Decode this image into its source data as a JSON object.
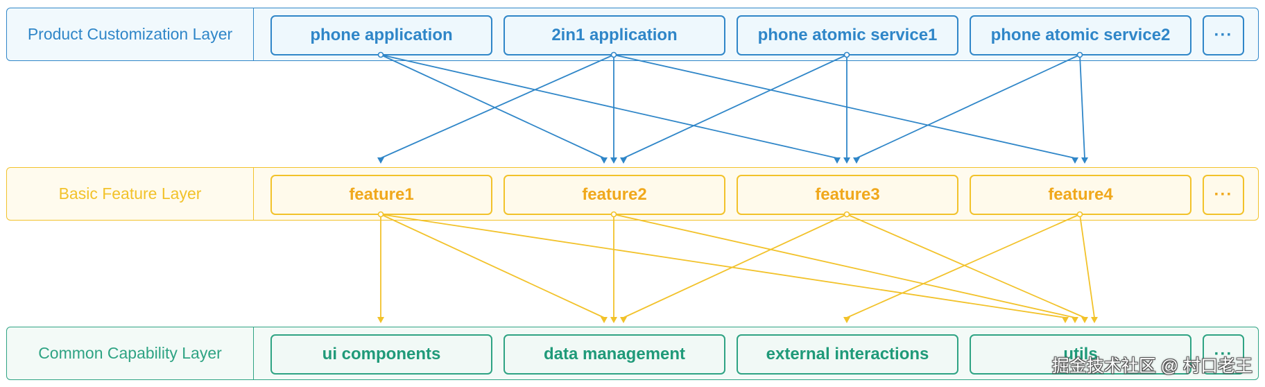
{
  "layers": {
    "product": {
      "label": "Product Customization Layer",
      "color": "#2f86c8",
      "items": [
        "phone application",
        "2in1 application",
        "phone atomic service1",
        "phone atomic service2"
      ],
      "more": "···"
    },
    "feature": {
      "label": "Basic Feature Layer",
      "color": "#f2c22a",
      "items": [
        "feature1",
        "feature2",
        "feature3",
        "feature4"
      ],
      "more": "···"
    },
    "common": {
      "label": "Common Capability Layer",
      "color": "#2ea383",
      "items": [
        "ui components",
        "data management",
        "external interactions",
        "utils"
      ],
      "more": "···"
    }
  },
  "dependencies": {
    "product_to_feature": [
      {
        "from": "phone application",
        "to": "feature2"
      },
      {
        "from": "phone application",
        "to": "feature3"
      },
      {
        "from": "2in1 application",
        "to": "feature1"
      },
      {
        "from": "2in1 application",
        "to": "feature2"
      },
      {
        "from": "2in1 application",
        "to": "feature4"
      },
      {
        "from": "phone atomic service1",
        "to": "feature2"
      },
      {
        "from": "phone atomic service1",
        "to": "feature3"
      },
      {
        "from": "phone atomic service2",
        "to": "feature3"
      },
      {
        "from": "phone atomic service2",
        "to": "feature4"
      }
    ],
    "feature_to_common": [
      {
        "from": "feature1",
        "to": "ui components"
      },
      {
        "from": "feature1",
        "to": "data management"
      },
      {
        "from": "feature1",
        "to": "utils"
      },
      {
        "from": "feature2",
        "to": "data management"
      },
      {
        "from": "feature2",
        "to": "utils"
      },
      {
        "from": "feature3",
        "to": "data management"
      },
      {
        "from": "feature3",
        "to": "utils"
      },
      {
        "from": "feature4",
        "to": "external interactions"
      },
      {
        "from": "feature4",
        "to": "utils"
      }
    ]
  },
  "watermark": "掘金技术社区 @ 村口老王"
}
